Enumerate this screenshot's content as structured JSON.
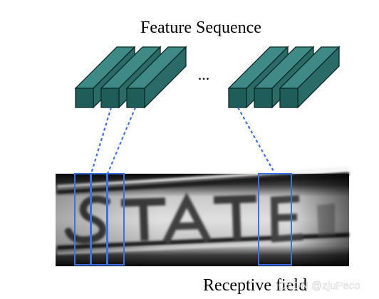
{
  "diagram": {
    "title": "Feature Sequence",
    "ellipsis": "...",
    "bottom_label": "Receptive field",
    "watermark": "CSDN @zjuPeco",
    "colors": {
      "prism_top": "#3f8a86",
      "prism_side": "#2a6b68",
      "prism_front": "#1f5d5a",
      "prism_stroke": "#0c2a29",
      "link_dash": "#3f72e0",
      "field_box": "#3d6fe5"
    }
  }
}
